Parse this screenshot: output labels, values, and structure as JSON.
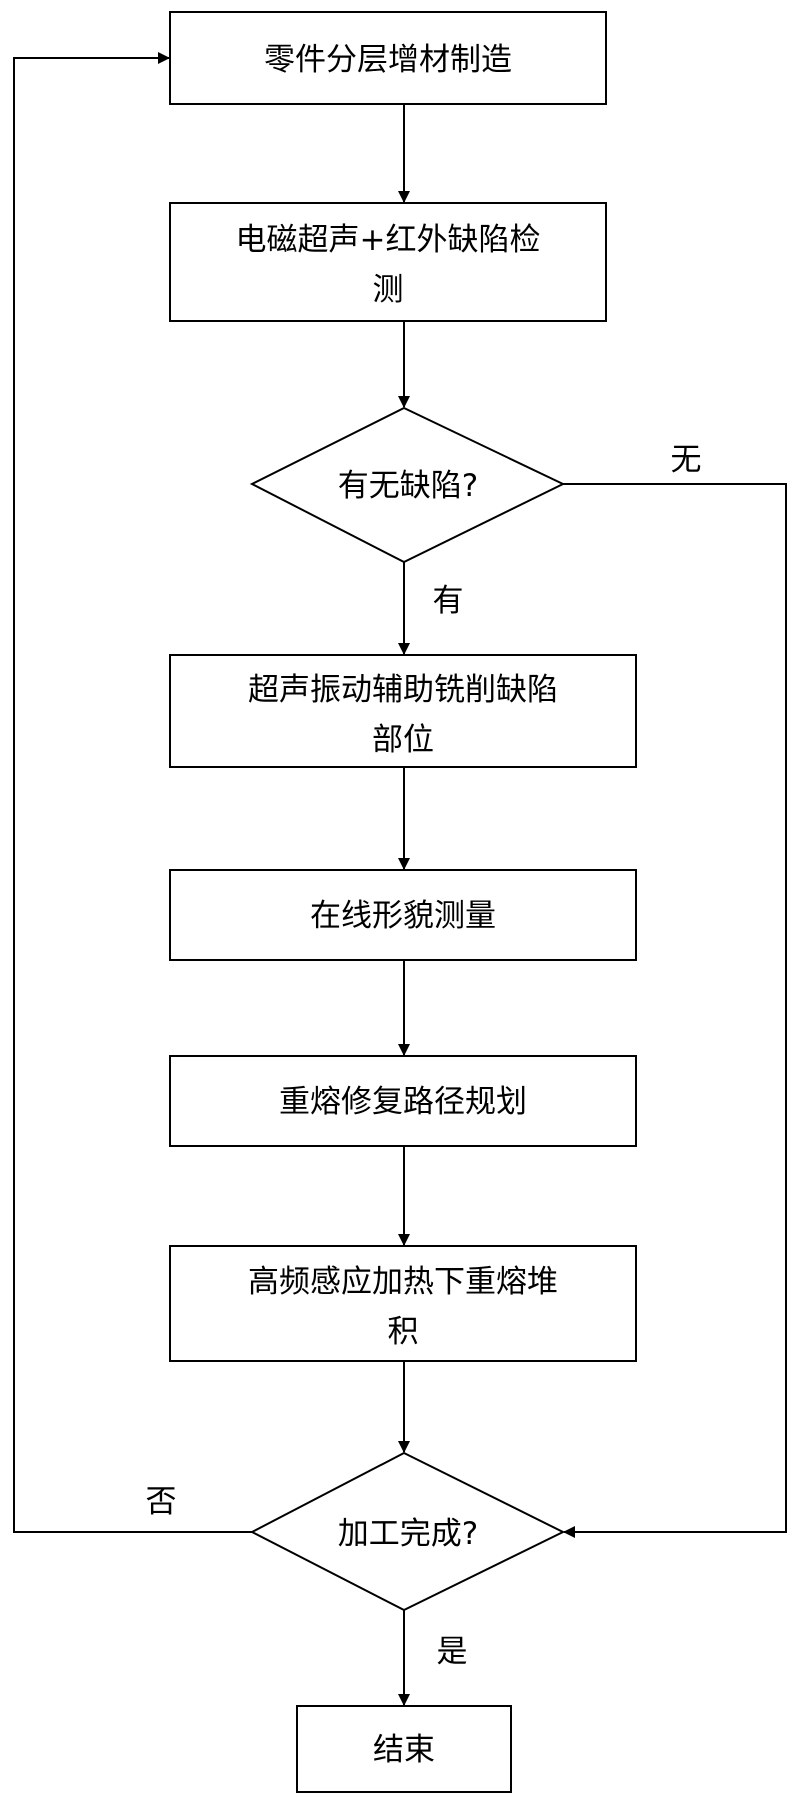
{
  "flowchart": {
    "nodes": {
      "layered_am": {
        "lines": [
          "零件分层增材制造"
        ]
      },
      "detection": {
        "lines": [
          "电磁超声+红外缺陷检",
          "测"
        ]
      },
      "defect_check": {
        "lines": [
          "有无缺陷?"
        ]
      },
      "milling": {
        "lines": [
          "超声振动辅助铣削缺陷",
          "部位"
        ]
      },
      "measurement": {
        "lines": [
          "在线形貌测量"
        ]
      },
      "path_planning": {
        "lines": [
          "重熔修复路径规划"
        ]
      },
      "remelting": {
        "lines": [
          "高频感应加热下重熔堆",
          "积"
        ]
      },
      "done_check": {
        "lines": [
          "加工完成?"
        ]
      },
      "end": {
        "lines": [
          "结束"
        ]
      }
    },
    "edge_labels": {
      "no_defect": "无",
      "has_defect": "有",
      "not_done": "否",
      "done": "是"
    }
  }
}
